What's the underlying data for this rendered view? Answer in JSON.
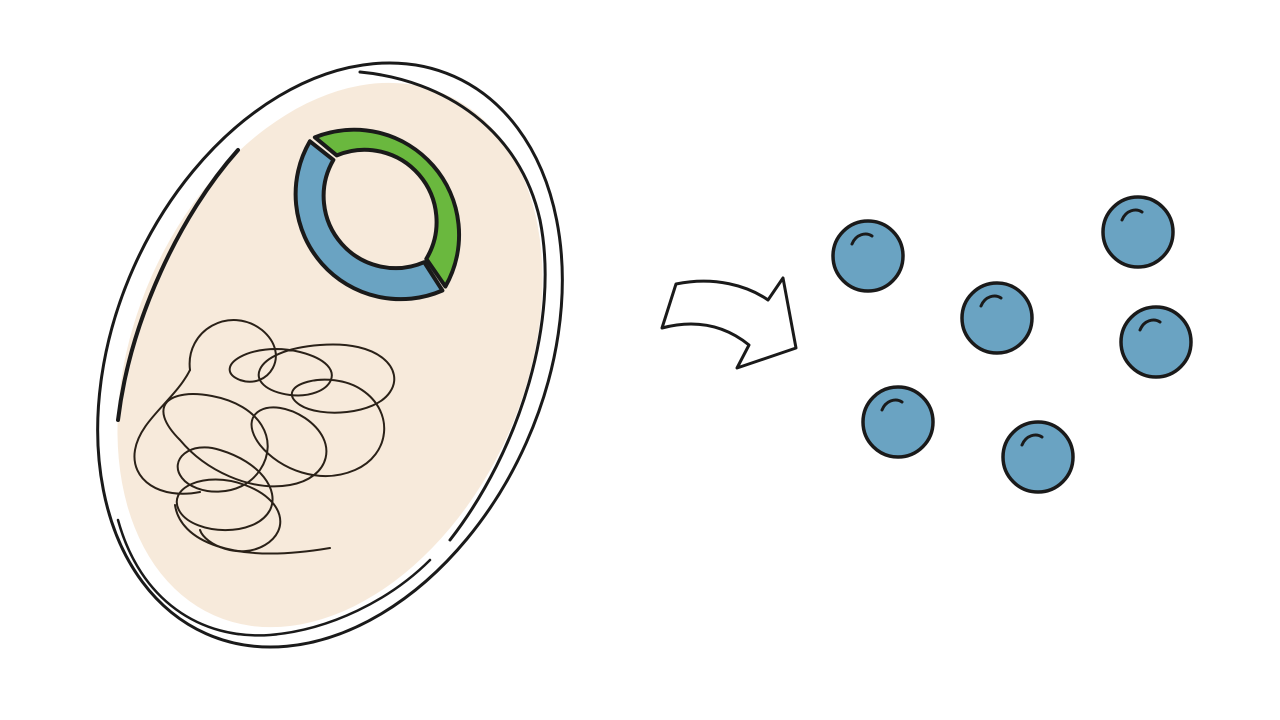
{
  "diagram": {
    "labels": [],
    "colors": {
      "background": "#ffffff",
      "ink": "#1a1a1a",
      "cytoplasm": "#f7eadb",
      "plasmid_green": "#6ab83e",
      "plasmid_blue": "#6aa3c2",
      "product_blue": "#6aa3c2"
    },
    "elements": {
      "cell": "bacterial-cell",
      "plasmid": "circular-plasmid",
      "chromosome": "tangled-chromosomal-dna",
      "arrow": "curved-arrow",
      "products": "protein-blobs"
    },
    "product_count": 6
  }
}
